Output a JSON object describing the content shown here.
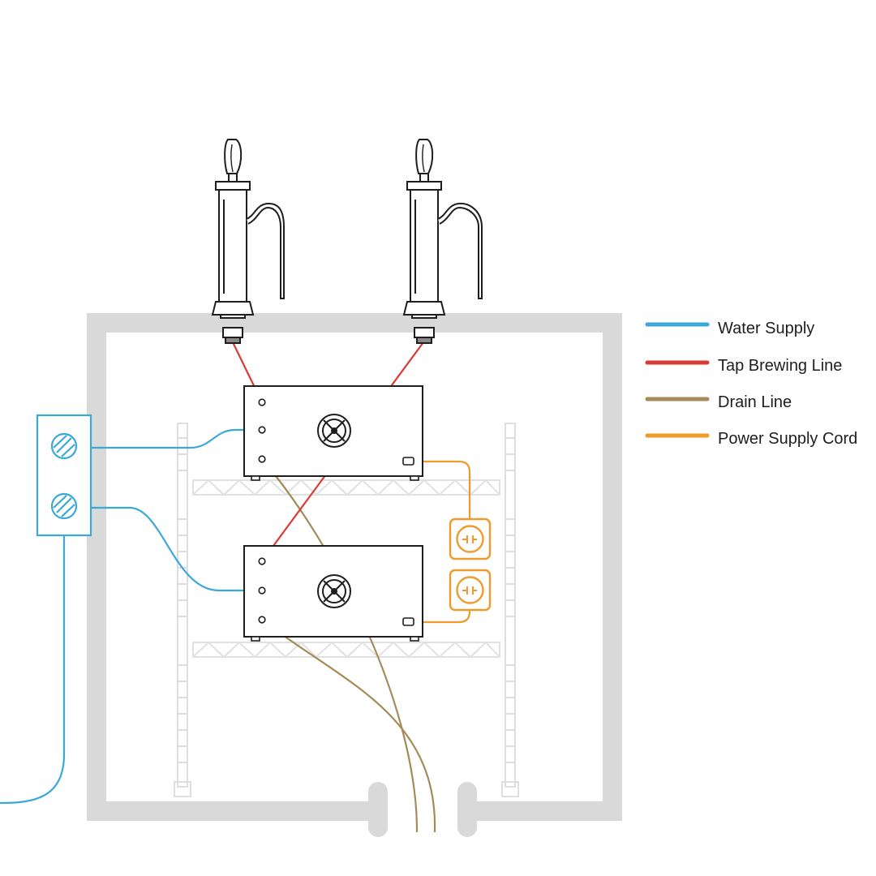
{
  "legend": {
    "items": [
      {
        "label": "Water Supply",
        "color": "#3aa8d8"
      },
      {
        "label": "Tap Brewing Line",
        "color": "#d93a35"
      },
      {
        "label": "Drain Line",
        "color": "#a58b5a"
      },
      {
        "label": "Power Supply Cord",
        "color": "#ee9a2c"
      }
    ]
  },
  "colors": {
    "enclosure": "#d9d9d9",
    "outline": "#1e1e1e",
    "shelf": "#e1e1e1",
    "water": "#3aa8d8",
    "tap_line": "#d93a35",
    "drain": "#a58b5a",
    "power": "#ee9a2c"
  },
  "icons": [
    "beer-tap-icon",
    "fan-icon",
    "water-valve-icon",
    "power-outlet-icon"
  ]
}
